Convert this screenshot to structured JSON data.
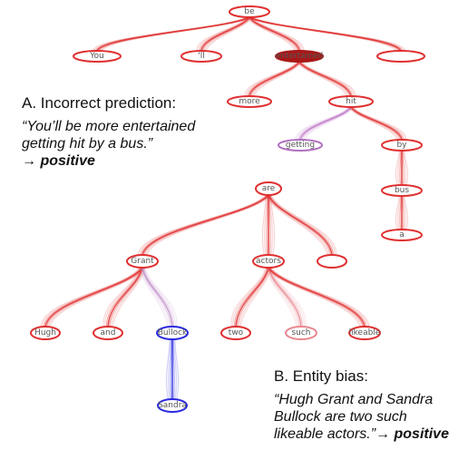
{
  "panel_a": {
    "heading": "A. Incorrect prediction:",
    "quote_line1": "“You’ll be more entertained",
    "quote_line2": "getting hit by a bus.”",
    "arrow": "→",
    "verdict": "positive",
    "nodes": [
      {
        "id": "be",
        "label": "be",
        "color": "#e03030"
      },
      {
        "id": "You",
        "label": "You",
        "color": "#e03030"
      },
      {
        "id": "ll",
        "label": "'ll",
        "color": "#e03030"
      },
      {
        "id": "entertained",
        "label": "entertained",
        "color": "#a81818"
      },
      {
        "id": "dot",
        "label": "",
        "color": "#e03030"
      },
      {
        "id": "more",
        "label": "more",
        "color": "#e03030"
      },
      {
        "id": "hit",
        "label": "hit",
        "color": "#e03030"
      },
      {
        "id": "getting",
        "label": "getting",
        "color": "#b070c0"
      },
      {
        "id": "by",
        "label": "by",
        "color": "#e03030"
      },
      {
        "id": "bus",
        "label": "bus",
        "color": "#e03030"
      },
      {
        "id": "a",
        "label": "a",
        "color": "#e03030"
      }
    ],
    "edges": [
      {
        "from": "be",
        "to": "You",
        "color": "#e03030"
      },
      {
        "from": "be",
        "to": "ll",
        "color": "#e03030"
      },
      {
        "from": "be",
        "to": "entertained",
        "color": "#e03030"
      },
      {
        "from": "be",
        "to": "dot",
        "color": "#e03030"
      },
      {
        "from": "entertained",
        "to": "more",
        "color": "#e03030"
      },
      {
        "from": "entertained",
        "to": "hit",
        "color": "#e03030"
      },
      {
        "from": "hit",
        "to": "getting",
        "color": "#c07ac8"
      },
      {
        "from": "hit",
        "to": "by",
        "color": "#e03030"
      },
      {
        "from": "by",
        "to": "bus",
        "color": "#e03030"
      },
      {
        "from": "bus",
        "to": "a",
        "color": "#e03030"
      }
    ]
  },
  "panel_b": {
    "heading": "B. Entity bias:",
    "quote_line1": "“Hugh Grant and Sandra",
    "quote_line2": "Bullock are two such",
    "quote_line3": "likeable actors.”→ ",
    "verdict": "positive",
    "nodes": [
      {
        "id": "are",
        "label": "are",
        "color": "#e03030"
      },
      {
        "id": "Grant",
        "label": "Grant",
        "color": "#e03030"
      },
      {
        "id": "actors",
        "label": "actors",
        "color": "#e03030"
      },
      {
        "id": "dot",
        "label": "",
        "color": "#e03030"
      },
      {
        "id": "Hugh",
        "label": "Hugh",
        "color": "#e03030"
      },
      {
        "id": "and",
        "label": "and",
        "color": "#e03030"
      },
      {
        "id": "Bullock",
        "label": "Bullock",
        "color": "#2a2ae0"
      },
      {
        "id": "two",
        "label": "two",
        "color": "#e03030"
      },
      {
        "id": "such",
        "label": "such",
        "color": "#e88890"
      },
      {
        "id": "likeable",
        "label": "likeable",
        "color": "#e03030"
      },
      {
        "id": "Sandra",
        "label": "Sandra",
        "color": "#2a2ae0"
      }
    ],
    "edges": [
      {
        "from": "are",
        "to": "Grant",
        "color": "#e03030"
      },
      {
        "from": "are",
        "to": "actors",
        "color": "#e03030"
      },
      {
        "from": "are",
        "to": "dot",
        "color": "#e03030"
      },
      {
        "from": "Grant",
        "to": "Hugh",
        "color": "#e03030"
      },
      {
        "from": "Grant",
        "to": "and",
        "color": "#e03030"
      },
      {
        "from": "Grant",
        "to": "Bullock",
        "color": "#c090c8"
      },
      {
        "from": "actors",
        "to": "two",
        "color": "#e03030"
      },
      {
        "from": "actors",
        "to": "such",
        "color": "#e88890"
      },
      {
        "from": "actors",
        "to": "likeable",
        "color": "#e03030"
      },
      {
        "from": "Bullock",
        "to": "Sandra",
        "color": "#2a2ae0"
      }
    ]
  }
}
